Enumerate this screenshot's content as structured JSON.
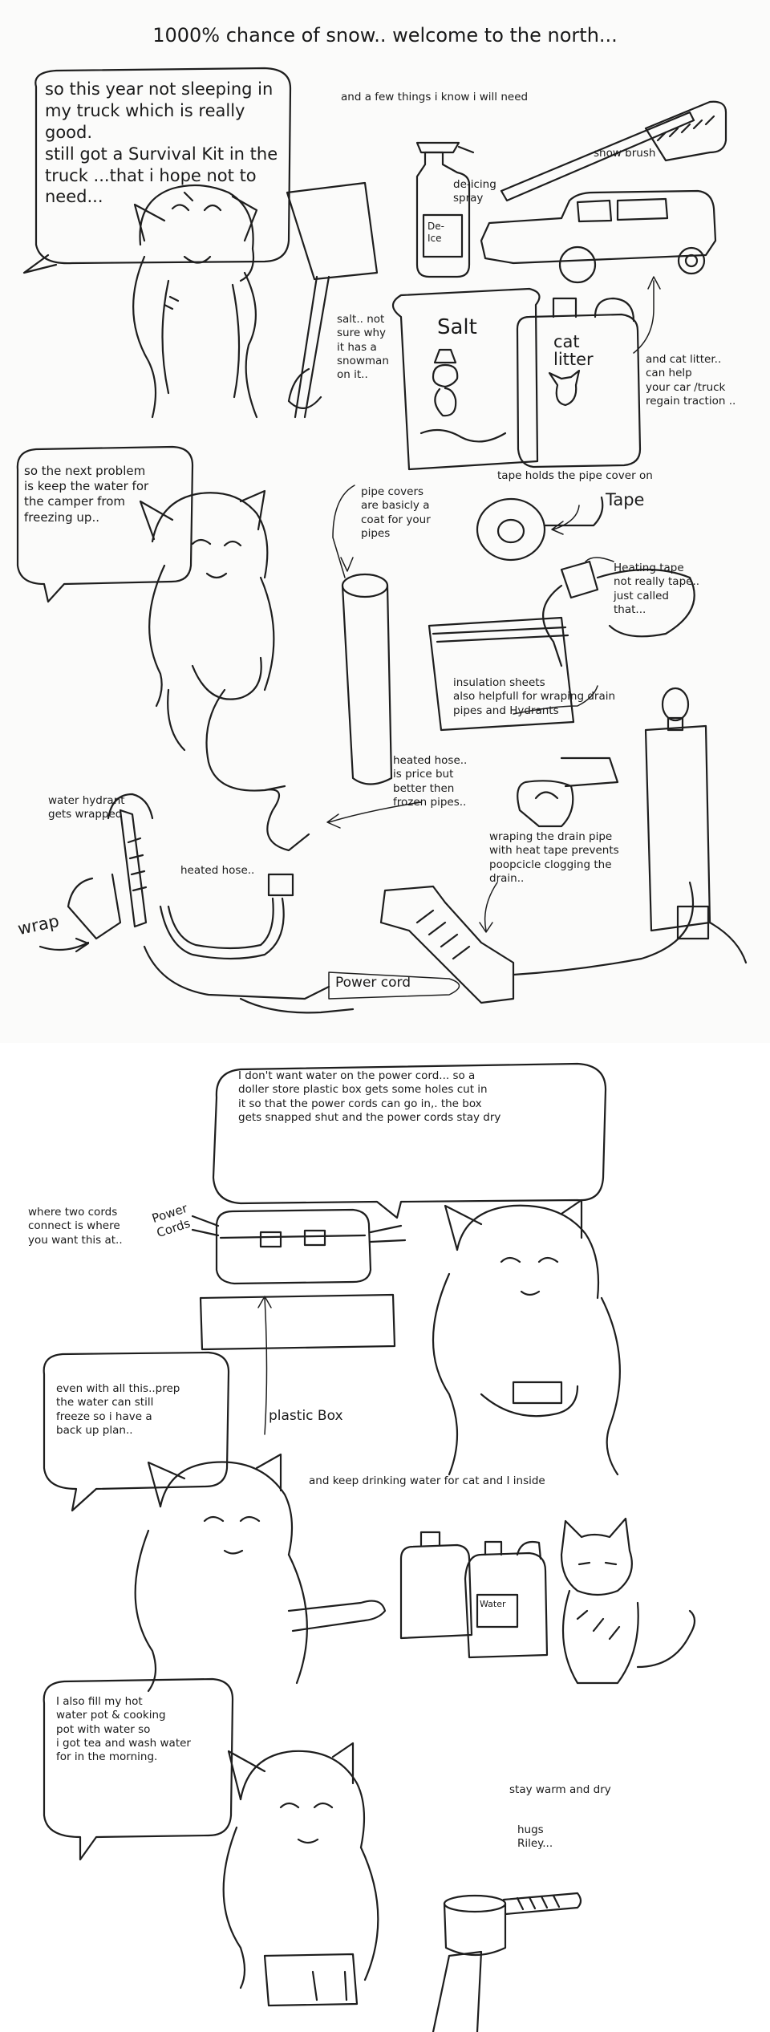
{
  "title": "1000% chance of snow.. welcome to the north...",
  "panel1": {
    "speech": "so this year not sleeping in\nmy truck which is really good.\nstill got a Survival Kit in the\ntruck ...that i hope not to\nneed...",
    "need_caption": "and a few things i know i will need",
    "snow_brush": "snow brush",
    "deicing": "de-icing\nspray",
    "deice_label": "De-\nIce",
    "salt_note": "salt.. not\nsure why\nit has a\nsnowman\non it..",
    "salt_label": "Salt",
    "cat_litter_label": "cat\nlitter",
    "litter_note": "and cat litter..\ncan help\nyour car /truck\nregain traction .."
  },
  "panel2": {
    "speech": "so the next problem\nis keep the water for\nthe camper from\nfreezing up..",
    "pipe_covers": "pipe covers\nare basicly a\ncoat for your\npipes",
    "tape_note": "tape holds the pipe cover on",
    "tape_label": "Tape",
    "heating_tape": "Heating tape\nnot really tape..\njust called\nthat...",
    "insulation": "insulation sheets\nalso helpfull for wraping drain\npipes and Hydrants",
    "heated_hose_note": "heated hose..\nis price but\nbetter then\nfrozen pipes..",
    "water_hydrant": "water hydrant\ngets wrapped",
    "heated_hose": "heated hose..",
    "wrap": "wrap",
    "drain_note": "wraping the drain pipe\nwith heat tape prevents\npoopcicle clogging the\ndrain..",
    "power_cord": "Power cord"
  },
  "panel3": {
    "box_speech": "I don't want water on the power cord... so a\ndoller store plastic box gets some holes cut in\nit so that the power cords can go in,. the box\ngets snapped shut and the power cords stay dry",
    "where_cords": "where two cords\nconnect is where\nyou want this at..",
    "power_cords_label": "Power\nCords",
    "plastic_box": "plastic Box",
    "backup_speech": "even with all this..prep\nthe water can still\nfreeze so i have a\nback up plan..",
    "drinking_water": "and keep drinking water for cat and I inside",
    "water_label": "Water",
    "hot_water_speech": "I also fill my hot\nwater pot & cooking\npot with water so\ni got tea and wash water\nfor in the morning.",
    "stay_warm": "stay warm and dry",
    "signoff": "hugs\nRiley..."
  }
}
